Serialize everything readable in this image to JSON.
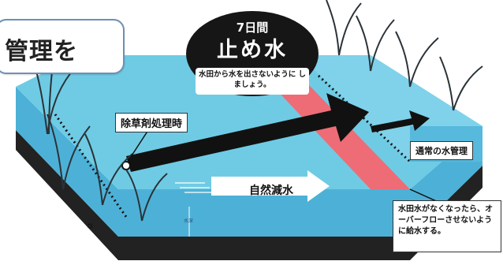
{
  "header": {
    "title_text": "管理を"
  },
  "stop_water": {
    "days": "7日間",
    "title": "止め水",
    "instruction": "水田から水を出さないように しましょう。"
  },
  "labels": {
    "herbicide": "除草剤処理時",
    "normal_management": "通常の水管理",
    "natural_decrease": "自然減水",
    "water_depth": "水深"
  },
  "note": {
    "text": "水田水がなくなったら、オーバーフローさせないように給水する。"
  },
  "bullet_text": "。",
  "colors": {
    "water_top": "#5fc1dd",
    "water_side": "#2f9cc9",
    "soil": "#1e1e1e",
    "red_strip": "#f0707a",
    "callout_border": "#6f8fb4",
    "oval_bg": "#161616"
  }
}
